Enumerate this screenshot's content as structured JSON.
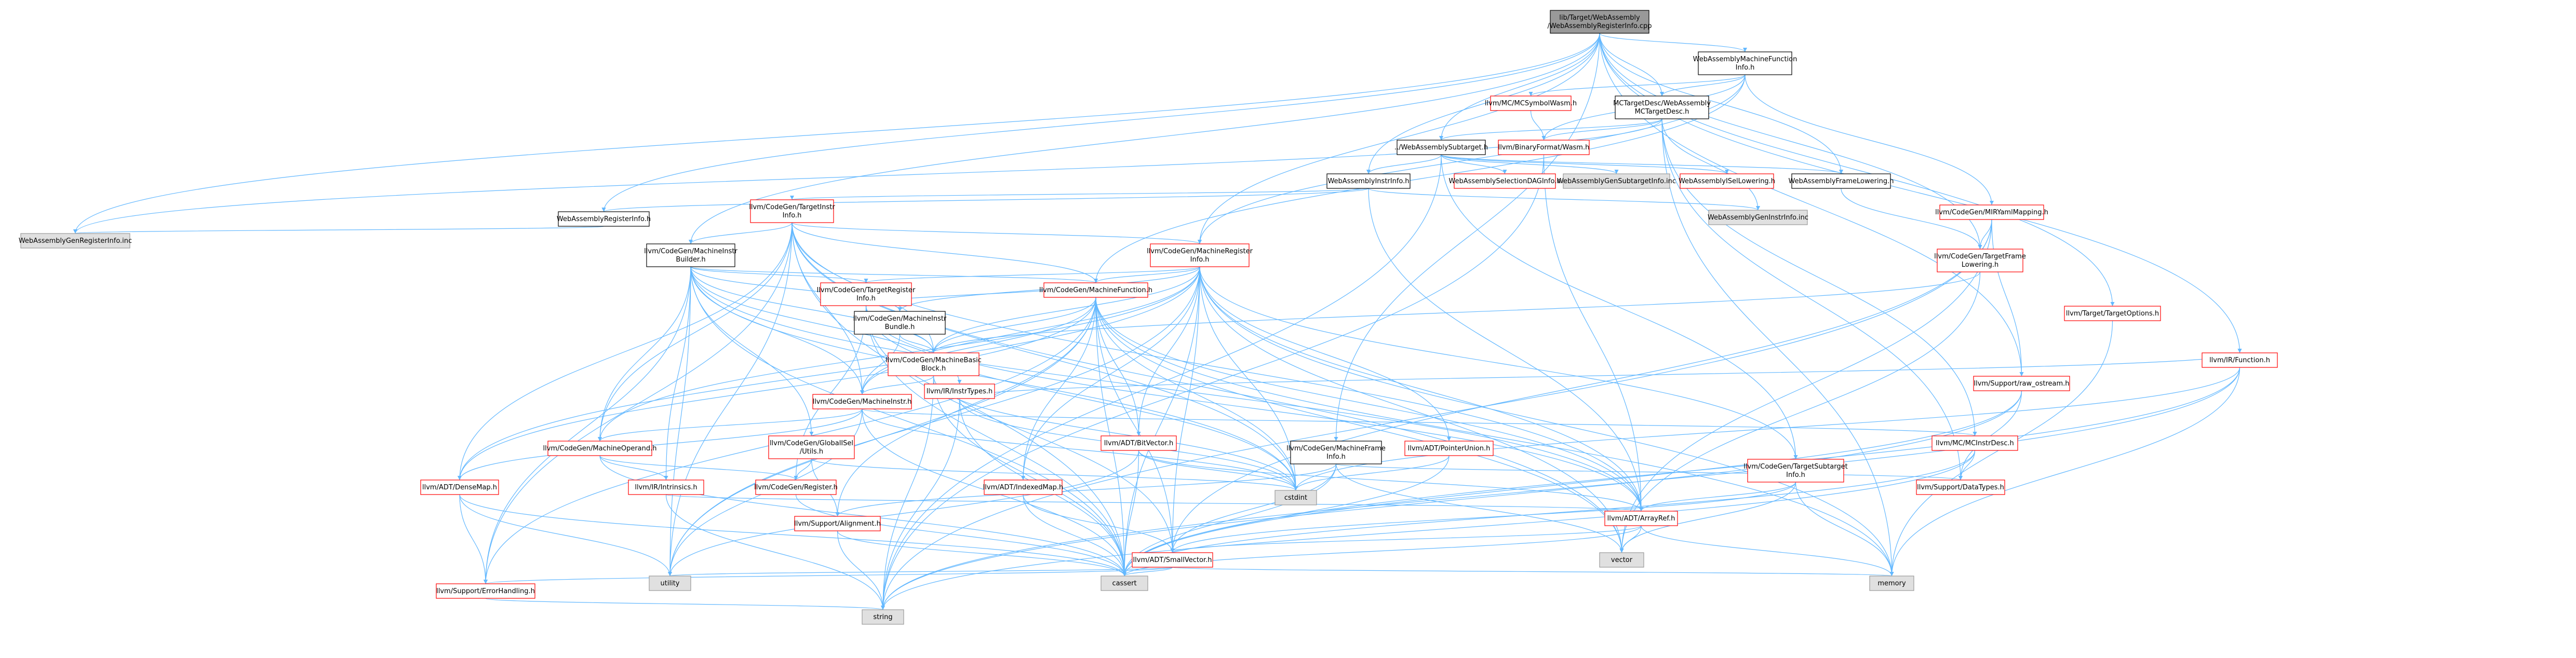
{
  "colors": {
    "root_fill": "#999999",
    "node_fill": "#ffffff",
    "node_stroke_black": "#000000",
    "node_stroke_red": "#ff0000",
    "node_stroke_gray": "#999999",
    "external_fill": "#e0e0e0",
    "edge": "#63b8ff",
    "text": "#000000"
  },
  "nodes": [
    {
      "id": "root",
      "lines": [
        "lib/Target/WebAssembly",
        "/WebAssemblyRegisterInfo.cpp"
      ],
      "kind": "root"
    },
    {
      "id": "mfi",
      "lines": [
        "WebAssemblyMachineFunction",
        "Info.h"
      ],
      "kind": "black"
    },
    {
      "id": "mctd",
      "lines": [
        "MCTargetDesc/WebAssembly",
        "MCTargetDesc.h"
      ],
      "kind": "black"
    },
    {
      "id": "mcsym",
      "lines": [
        "llvm/MC/MCSymbolWasm.h"
      ],
      "kind": "red"
    },
    {
      "id": "binwasm",
      "lines": [
        "llvm/BinaryFormat/Wasm.h"
      ],
      "kind": "red"
    },
    {
      "id": "subtarget",
      "lines": [
        "../WebAssemblySubtarget.h"
      ],
      "kind": "black"
    },
    {
      "id": "instrinfo",
      "lines": [
        "WebAssemblyInstrInfo.h"
      ],
      "kind": "black"
    },
    {
      "id": "seldag",
      "lines": [
        "WebAssemblySelectionDAGInfo.h"
      ],
      "kind": "red"
    },
    {
      "id": "gensub",
      "lines": [
        "WebAssemblyGenSubtargetInfo.inc"
      ],
      "kind": "ext"
    },
    {
      "id": "isellow",
      "lines": [
        "WebAssemblyISelLowering.h"
      ],
      "kind": "red"
    },
    {
      "id": "framelow",
      "lines": [
        "WebAssemblyFrameLowering.h"
      ],
      "kind": "black"
    },
    {
      "id": "geninstr",
      "lines": [
        "WebAssemblyGenInstrInfo.inc"
      ],
      "kind": "ext"
    },
    {
      "id": "reginfo",
      "lines": [
        "WebAssemblyRegisterInfo.h"
      ],
      "kind": "black"
    },
    {
      "id": "genreg",
      "lines": [
        "WebAssemblyGenRegisterInfo.inc"
      ],
      "kind": "ext"
    },
    {
      "id": "tii",
      "lines": [
        "llvm/CodeGen/TargetInstr",
        "Info.h"
      ],
      "kind": "red"
    },
    {
      "id": "mib",
      "lines": [
        "llvm/CodeGen/MachineInstr",
        "Builder.h"
      ],
      "kind": "black"
    },
    {
      "id": "mri",
      "lines": [
        "llvm/CodeGen/MachineRegister",
        "Info.h"
      ],
      "kind": "red"
    },
    {
      "id": "irmap",
      "lines": [
        "llvm/CodeGen/MIRYamlMapping.h"
      ],
      "kind": "red"
    },
    {
      "id": "tfl",
      "lines": [
        "llvm/CodeGen/TargetFrame",
        "Lowering.h"
      ],
      "kind": "red"
    },
    {
      "id": "tri",
      "lines": [
        "llvm/CodeGen/TargetRegister",
        "Info.h"
      ],
      "kind": "red"
    },
    {
      "id": "mibundle",
      "lines": [
        "llvm/CodeGen/MachineInstr",
        "Bundle.h"
      ],
      "kind": "black"
    },
    {
      "id": "mf",
      "lines": [
        "llvm/CodeGen/MachineFunction.h"
      ],
      "kind": "red"
    },
    {
      "id": "mbb",
      "lines": [
        "llvm/CodeGen/MachineBasic",
        "Block.h"
      ],
      "kind": "red"
    },
    {
      "id": "mi",
      "lines": [
        "llvm/CodeGen/MachineInstr.h"
      ],
      "kind": "red"
    },
    {
      "id": "irinstr",
      "lines": [
        "llvm/IR/InstrTypes.h"
      ],
      "kind": "red"
    },
    {
      "id": "globutil",
      "lines": [
        "llvm/CodeGen/GlobalISel",
        "/Utils.h"
      ],
      "kind": "red"
    },
    {
      "id": "mfinfo",
      "lines": [
        "llvm/CodeGen/MachineFrame",
        "Info.h"
      ],
      "kind": "black"
    },
    {
      "id": "mop",
      "lines": [
        "llvm/CodeGen/MachineOperand.h"
      ],
      "kind": "red"
    },
    {
      "id": "densemap",
      "lines": [
        "llvm/ADT/DenseMap.h"
      ],
      "kind": "red"
    },
    {
      "id": "intrinsics",
      "lines": [
        "llvm/IR/Intrinsics.h"
      ],
      "kind": "red"
    },
    {
      "id": "cgreg",
      "lines": [
        "llvm/CodeGen/Register.h"
      ],
      "kind": "red"
    },
    {
      "id": "bitvec",
      "lines": [
        "llvm/ADT/BitVector.h"
      ],
      "kind": "red"
    },
    {
      "id": "ptrunion",
      "lines": [
        "llvm/ADT/PointerUnion.h"
      ],
      "kind": "red"
    },
    {
      "id": "indexmap",
      "lines": [
        "llvm/ADT/IndexedMap.h"
      ],
      "kind": "red"
    },
    {
      "id": "align",
      "lines": [
        "llvm/Support/Alignment.h"
      ],
      "kind": "red"
    },
    {
      "id": "tsi",
      "lines": [
        "llvm/CodeGen/TargetSubtarget",
        "Info.h"
      ],
      "kind": "red"
    },
    {
      "id": "arrayref",
      "lines": [
        "llvm/ADT/ArrayRef.h"
      ],
      "kind": "red"
    },
    {
      "id": "smallvec",
      "lines": [
        "llvm/ADT/SmallVector.h"
      ],
      "kind": "red"
    },
    {
      "id": "errh",
      "lines": [
        "llvm/Support/ErrorHandling.h"
      ],
      "kind": "red"
    },
    {
      "id": "mcinstrdesc",
      "lines": [
        "llvm/MC/MCInstrDesc.h"
      ],
      "kind": "red"
    },
    {
      "id": "rawos",
      "lines": [
        "llvm/Support/raw_ostream.h"
      ],
      "kind": "red"
    },
    {
      "id": "datatypes",
      "lines": [
        "llvm/Support/DataTypes.h"
      ],
      "kind": "red"
    },
    {
      "id": "irfunc",
      "lines": [
        "llvm/IR/Function.h"
      ],
      "kind": "red"
    },
    {
      "id": "topts",
      "lines": [
        "llvm/Target/TargetOptions.h"
      ],
      "kind": "red"
    },
    {
      "id": "cstdint",
      "lines": [
        "cstdint"
      ],
      "kind": "ext"
    },
    {
      "id": "vector",
      "lines": [
        "vector"
      ],
      "kind": "ext"
    },
    {
      "id": "cassert",
      "lines": [
        "cassert"
      ],
      "kind": "ext"
    },
    {
      "id": "memory",
      "lines": [
        "memory"
      ],
      "kind": "ext"
    },
    {
      "id": "utility",
      "lines": [
        "utility"
      ],
      "kind": "ext"
    },
    {
      "id": "string",
      "lines": [
        "string"
      ],
      "kind": "ext"
    }
  ],
  "edges": [
    [
      "root",
      "mfi"
    ],
    [
      "root",
      "subtarget"
    ],
    [
      "root",
      "instrinfo"
    ],
    [
      "root",
      "reginfo"
    ],
    [
      "root",
      "genreg"
    ],
    [
      "root",
      "mib"
    ],
    [
      "root",
      "mri"
    ],
    [
      "root",
      "tfl"
    ],
    [
      "root",
      "irfunc"
    ],
    [
      "root",
      "topts"
    ],
    [
      "root",
      "framelow"
    ],
    [
      "root",
      "mctd"
    ],
    [
      "root",
      "rawos"
    ],
    [
      "root",
      "mfinfo"
    ],
    [
      "mfi",
      "mctd"
    ],
    [
      "mfi",
      "mcsym"
    ],
    [
      "mfi",
      "binwasm"
    ],
    [
      "mfi",
      "irmap"
    ],
    [
      "mfi",
      "mri"
    ],
    [
      "mfi",
      "mf"
    ],
    [
      "mctd",
      "binwasm"
    ],
    [
      "mctd",
      "mcinstrdesc"
    ],
    [
      "mctd",
      "datatypes"
    ],
    [
      "mctd",
      "memory"
    ],
    [
      "mctd",
      "subtarget"
    ],
    [
      "mctd",
      "geninstr"
    ],
    [
      "mctd",
      "genreg"
    ],
    [
      "mcsym",
      "binwasm"
    ],
    [
      "binwasm",
      "arrayref"
    ],
    [
      "binwasm",
      "string"
    ],
    [
      "subtarget",
      "instrinfo"
    ],
    [
      "subtarget",
      "seldag"
    ],
    [
      "subtarget",
      "gensub"
    ],
    [
      "subtarget",
      "isellow"
    ],
    [
      "subtarget",
      "framelow"
    ],
    [
      "subtarget",
      "tsi"
    ],
    [
      "subtarget",
      "string"
    ],
    [
      "instrinfo",
      "tii"
    ],
    [
      "instrinfo",
      "geninstr"
    ],
    [
      "instrinfo",
      "reginfo"
    ],
    [
      "instrinfo",
      "arrayref"
    ],
    [
      "reginfo",
      "genreg"
    ],
    [
      "framelow",
      "tfl"
    ],
    [
      "tii",
      "mib"
    ],
    [
      "tii",
      "mri"
    ],
    [
      "tii",
      "mf"
    ],
    [
      "tii",
      "mbb"
    ],
    [
      "tii",
      "mi"
    ],
    [
      "tii",
      "mop"
    ],
    [
      "tii",
      "densemap"
    ],
    [
      "tii",
      "arrayref"
    ],
    [
      "tii",
      "errh"
    ],
    [
      "tii",
      "cassert"
    ],
    [
      "tii",
      "cstdint"
    ],
    [
      "tii",
      "utility"
    ],
    [
      "tii",
      "vector"
    ],
    [
      "mib",
      "mibundle"
    ],
    [
      "mib",
      "mf"
    ],
    [
      "mib",
      "mbb"
    ],
    [
      "mib",
      "mi"
    ],
    [
      "mib",
      "mop"
    ],
    [
      "mib",
      "tri"
    ],
    [
      "mib",
      "irinstr"
    ],
    [
      "mib",
      "intrinsics"
    ],
    [
      "mib",
      "globutil"
    ],
    [
      "mib",
      "errh"
    ],
    [
      "mib",
      "cassert"
    ],
    [
      "mib",
      "cstdint"
    ],
    [
      "mib",
      "utility"
    ],
    [
      "mib",
      "arrayref"
    ],
    [
      "mri",
      "mf"
    ],
    [
      "mri",
      "mbb"
    ],
    [
      "mri",
      "mi"
    ],
    [
      "mri",
      "mop"
    ],
    [
      "mri",
      "tri"
    ],
    [
      "mri",
      "bitvec"
    ],
    [
      "mri",
      "ptrunion"
    ],
    [
      "mri",
      "indexmap"
    ],
    [
      "mri",
      "arrayref"
    ],
    [
      "mri",
      "densemap"
    ],
    [
      "mri",
      "smallvec"
    ],
    [
      "mri",
      "tsi"
    ],
    [
      "mri",
      "cassert"
    ],
    [
      "mri",
      "cstdint"
    ],
    [
      "mri",
      "memory"
    ],
    [
      "mri",
      "utility"
    ],
    [
      "mri",
      "vector"
    ],
    [
      "mri",
      "mibundle"
    ],
    [
      "irmap",
      "tfl"
    ],
    [
      "irmap",
      "rawos"
    ],
    [
      "irmap",
      "smallvec"
    ],
    [
      "irmap",
      "vector"
    ],
    [
      "irmap",
      "string"
    ],
    [
      "tfl",
      "mbb"
    ],
    [
      "tfl",
      "vector"
    ],
    [
      "tri",
      "mf"
    ],
    [
      "tri",
      "mbb"
    ],
    [
      "tri",
      "cgreg"
    ],
    [
      "tri",
      "cstdint"
    ],
    [
      "tri",
      "cassert"
    ],
    [
      "tri",
      "arrayref"
    ],
    [
      "tri",
      "smallvec"
    ],
    [
      "mibundle",
      "mbb"
    ],
    [
      "mibundle",
      "mi"
    ],
    [
      "mf",
      "mbb"
    ],
    [
      "mf",
      "mi"
    ],
    [
      "mf",
      "bitvec"
    ],
    [
      "mf",
      "arrayref"
    ],
    [
      "mf",
      "smallvec"
    ],
    [
      "mf",
      "align"
    ],
    [
      "mf",
      "errh"
    ],
    [
      "mf",
      "cassert"
    ],
    [
      "mf",
      "cstdint"
    ],
    [
      "mf",
      "memory"
    ],
    [
      "mf",
      "utility"
    ],
    [
      "mf",
      "vector"
    ],
    [
      "mf",
      "densemap"
    ],
    [
      "mf",
      "indexmap"
    ],
    [
      "mbb",
      "mi"
    ],
    [
      "mbb",
      "cassert"
    ],
    [
      "mbb",
      "cstdint"
    ],
    [
      "mbb",
      "string"
    ],
    [
      "mi",
      "mop"
    ],
    [
      "mi",
      "densemap"
    ],
    [
      "mi",
      "mcinstrdesc"
    ],
    [
      "mi",
      "cassert"
    ],
    [
      "mi",
      "cstdint"
    ],
    [
      "mi",
      "utility"
    ],
    [
      "irinstr",
      "irfunc"
    ],
    [
      "irinstr",
      "cstdint"
    ],
    [
      "irinstr",
      "cassert"
    ],
    [
      "irinstr",
      "string"
    ],
    [
      "globutil",
      "cgreg"
    ],
    [
      "globutil",
      "align"
    ],
    [
      "globutil",
      "cstdint"
    ],
    [
      "mfinfo",
      "align"
    ],
    [
      "mfinfo",
      "smallvec"
    ],
    [
      "mfinfo",
      "cassert"
    ],
    [
      "mfinfo",
      "vector"
    ],
    [
      "mfinfo",
      "datatypes"
    ],
    [
      "mop",
      "cgreg"
    ],
    [
      "mop",
      "intrinsics"
    ],
    [
      "mop",
      "cassert"
    ],
    [
      "densemap",
      "errh"
    ],
    [
      "densemap",
      "cassert"
    ],
    [
      "densemap",
      "utility"
    ],
    [
      "intrinsics",
      "arrayref"
    ],
    [
      "intrinsics",
      "string"
    ],
    [
      "cgreg",
      "cassert"
    ],
    [
      "bitvec",
      "cassert"
    ],
    [
      "bitvec",
      "cstdint"
    ],
    [
      "bitvec",
      "utility"
    ],
    [
      "bitvec",
      "arrayref"
    ],
    [
      "ptrunion",
      "cassert"
    ],
    [
      "ptrunion",
      "cstdint"
    ],
    [
      "indexmap",
      "smallvec"
    ],
    [
      "indexmap",
      "cassert"
    ],
    [
      "align",
      "cassert"
    ],
    [
      "align",
      "string"
    ],
    [
      "tsi",
      "arrayref"
    ],
    [
      "tsi",
      "smallvec"
    ],
    [
      "tsi",
      "memory"
    ],
    [
      "tsi",
      "vector"
    ],
    [
      "arrayref",
      "smallvec"
    ],
    [
      "arrayref",
      "cassert"
    ],
    [
      "arrayref",
      "vector"
    ],
    [
      "arrayref",
      "memory"
    ],
    [
      "smallvec",
      "cassert"
    ],
    [
      "smallvec",
      "memory"
    ],
    [
      "smallvec",
      "utility"
    ],
    [
      "smallvec",
      "errh"
    ],
    [
      "errh",
      "string"
    ],
    [
      "mcinstrdesc",
      "datatypes"
    ],
    [
      "mcinstrdesc",
      "cassert"
    ],
    [
      "mcinstrdesc",
      "string"
    ],
    [
      "rawos",
      "datatypes"
    ],
    [
      "rawos",
      "cassert"
    ],
    [
      "rawos",
      "string"
    ],
    [
      "irfunc",
      "cassert"
    ],
    [
      "irfunc",
      "string"
    ],
    [
      "irfunc",
      "memory"
    ],
    [
      "irfunc",
      "cstdint"
    ],
    [
      "topts",
      "memory"
    ]
  ]
}
